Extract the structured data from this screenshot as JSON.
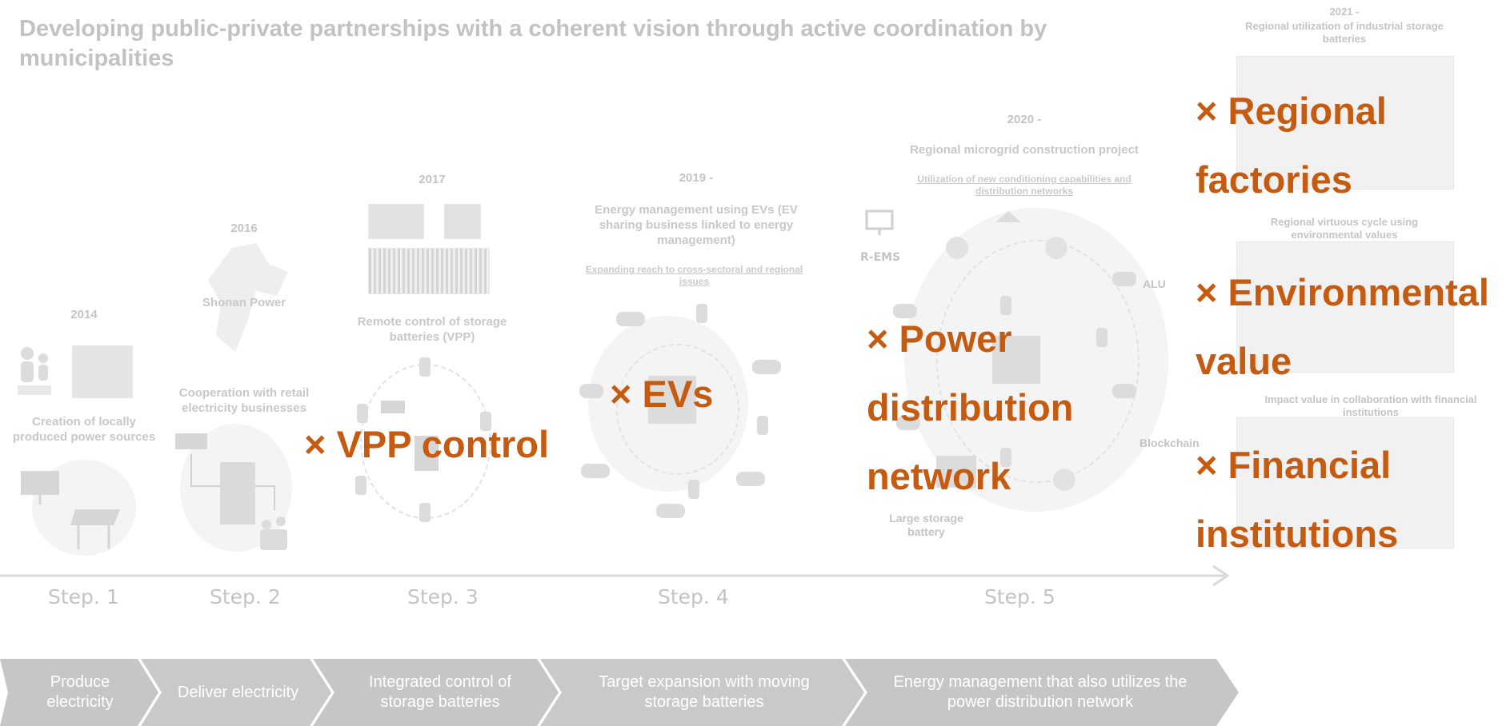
{
  "title": "Developing public-private partnerships with a coherent vision through active coordination by municipalities",
  "steps": [
    {
      "label": "Step. 1",
      "year": "2014",
      "caption": "Creation of locally produced power sources"
    },
    {
      "label": "Step. 2",
      "year": "2016",
      "caption": "Cooperation with retail electricity businesses",
      "name": "Shonan Power"
    },
    {
      "label": "Step. 3",
      "year": "2017",
      "caption": "Remote control of storage batteries (VPP)",
      "highlight": "× VPP control"
    },
    {
      "label": "Step. 4",
      "year": "2019 -",
      "caption": "Energy management using EVs (EV sharing business linked to energy management)",
      "sub": "Expanding reach to cross-sectoral and regional issues",
      "highlight": "× EVs"
    },
    {
      "label": "Step. 5",
      "year": "2020 -",
      "caption": "Regional microgrid construction project",
      "sub": "Utilization of new conditioning capabilities and distribution networks",
      "highlight_lines": [
        "× Power",
        "distribution",
        "network"
      ],
      "rems": "R-EMS",
      "alu": "ALU",
      "blockchain": "Blockchain",
      "storage": "Large storage battery"
    }
  ],
  "future": {
    "year": "2021 -",
    "items": [
      {
        "caption": "Regional utilization of industrial storage batteries",
        "lines": [
          "× Regional",
          "factories"
        ]
      },
      {
        "caption": "Regional virtuous cycle using environmental values",
        "lines": [
          "× Environmental",
          "value"
        ]
      },
      {
        "caption": "Impact value in collaboration with financial institutions",
        "lines": [
          "× Financial",
          "institutions"
        ]
      }
    ]
  },
  "chevrons": [
    "Produce electricity",
    "Deliver electricity",
    "Integrated control of storage batteries",
    "Target expansion with moving storage batteries",
    "Energy management that also utilizes the power distribution network"
  ],
  "colors": {
    "highlight": "#c55a11",
    "chevron": "#c6c6c6",
    "muted_text": "#c4c4c4"
  }
}
